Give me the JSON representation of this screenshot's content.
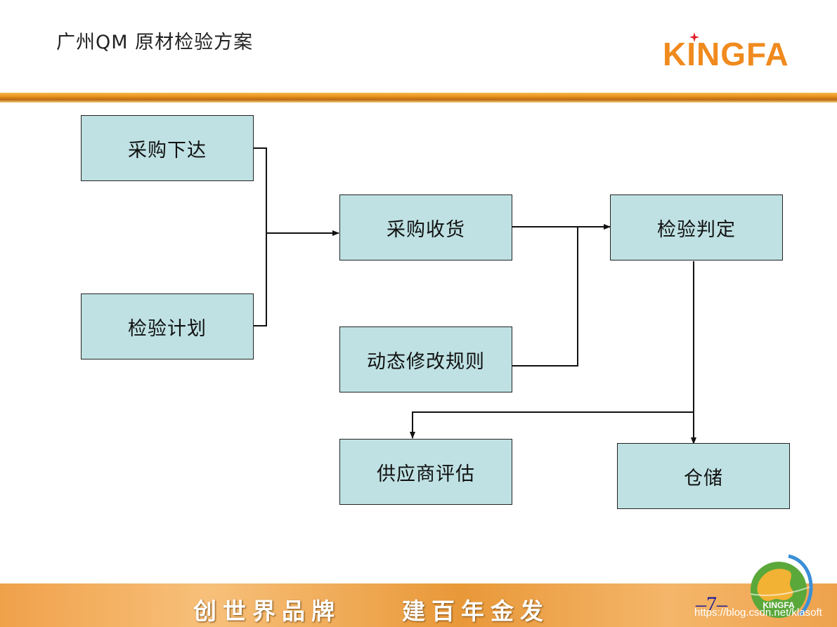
{
  "header": {
    "title": "广州QM 原材检验方案",
    "logo_text": "KINGFA"
  },
  "flow": {
    "purchase_order": "采购下达",
    "inspection_plan": "检验计划",
    "purchase_receipt": "采购收货",
    "dynamic_rules": "动态修改规则",
    "inspection_decision": "检验判定",
    "supplier_evaluation": "供应商评估",
    "warehousing": "仓储"
  },
  "footer": {
    "slogan_left": "创世界品牌",
    "slogan_right": "建百年金发",
    "page_number": "–7–",
    "globe_label": "KINGFA",
    "watermark": "https://blog.csdn.net/klasoft"
  },
  "colors": {
    "accent_orange": "#f08a1e",
    "box_fill": "#bfe1e3",
    "page_number": "#1a1a9a"
  }
}
